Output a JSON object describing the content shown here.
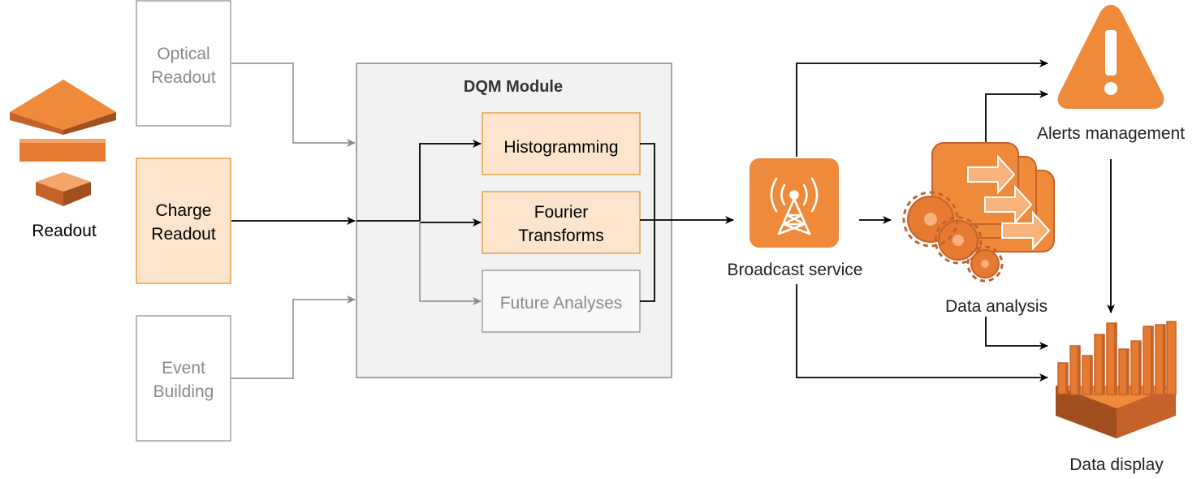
{
  "sources": {
    "optical": [
      "Optical",
      "Readout"
    ],
    "charge": [
      "Charge",
      "Readout"
    ],
    "event": [
      "Event",
      "Building"
    ]
  },
  "readout_icon_label": "Readout",
  "dqm_module": {
    "title": "DQM Module",
    "histogramming": "Histogramming",
    "fourier": [
      "Fourier",
      "Transforms"
    ],
    "future": "Future Analyses"
  },
  "broadcast_label": "Broadcast service",
  "data_analysis_label": "Data analysis",
  "alerts_label": "Alerts management",
  "display_label": "Data display",
  "colors": {
    "orange": "#f08a3b",
    "orange_dark": "#c4622a",
    "active_fill": "#fde4cc",
    "active_stroke": "#e3a246",
    "module_fill": "#f2f2f2",
    "inactive_line": "#8a8a8a"
  },
  "icons": {
    "readout": "aws-kinesis-stack-icon",
    "broadcast": "radio-tower-icon",
    "analysis": "data-pipeline-gears-icon",
    "alerts": "warning-triangle-icon",
    "display": "bar-chart-analytics-icon"
  }
}
